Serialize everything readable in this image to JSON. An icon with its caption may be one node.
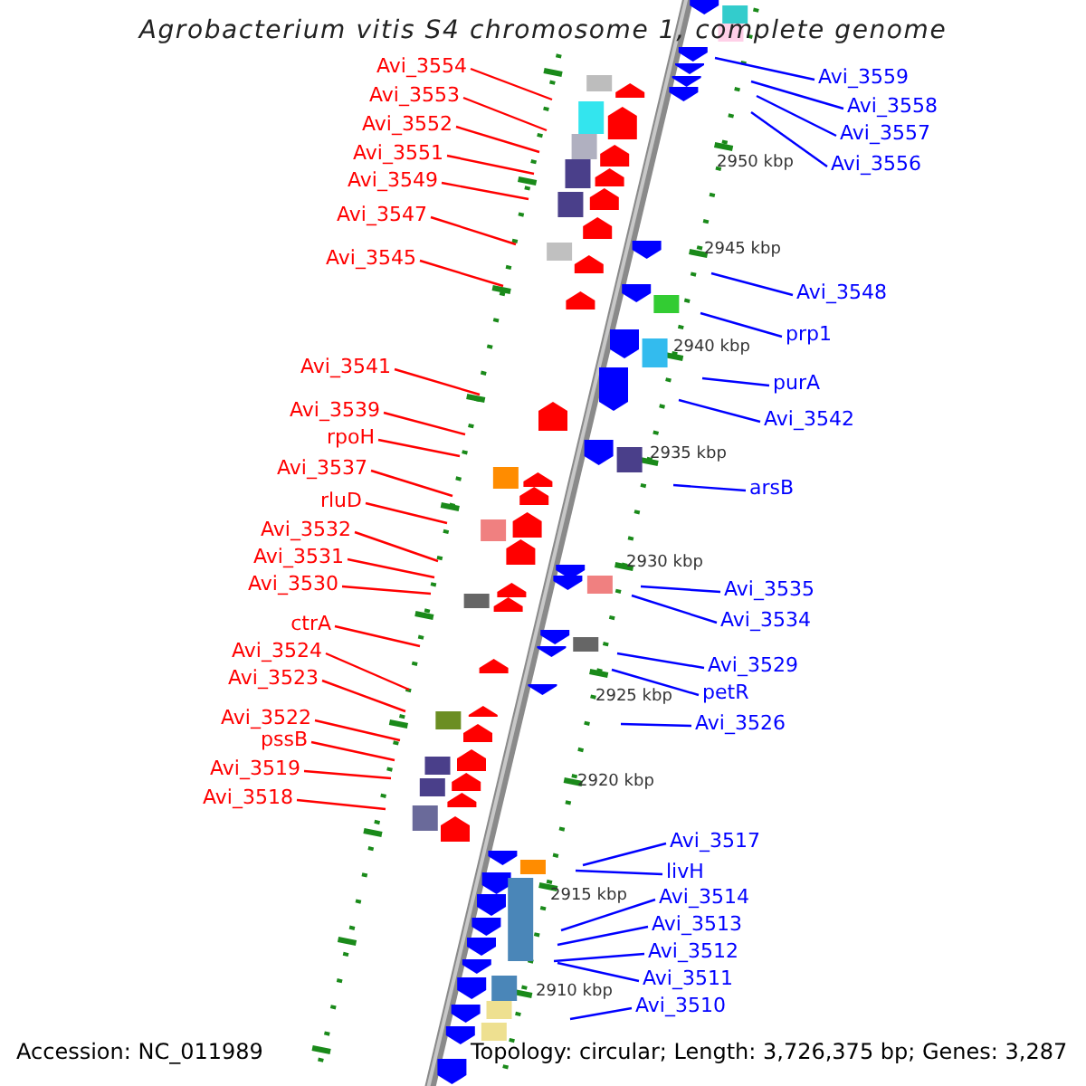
{
  "diagram": {
    "title": "Agrobacterium vitis S4 chromosome 1, complete genome",
    "nodes": [
      {
        "text": [
          "Avi_3554"
        ]
      },
      {
        "text": [
          "Avi_3553"
        ]
      },
      {
        "text": [
          "Avi_3552"
        ]
      },
      {
        "text": [
          "Avi_3551"
        ]
      },
      {
        "text": [
          "Avi_3549"
        ]
      },
      {
        "text": [
          "Avi_3547"
        ]
      },
      {
        "text": [
          "Avi_3545"
        ]
      },
      {
        "text": [
          "Avi_3541"
        ]
      },
      {
        "text": [
          "Avi_3539"
        ]
      },
      {
        "text": [
          "rpoH"
        ]
      },
      {
        "text": [
          "Avi_3537"
        ]
      },
      {
        "text": [
          "rluD"
        ]
      },
      {
        "text": [
          "Avi_3532"
        ]
      },
      {
        "text": [
          "Avi_3531"
        ]
      },
      {
        "text": [
          "Avi_3530"
        ]
      },
      {
        "text": [
          "ctrA"
        ]
      },
      {
        "text": [
          "Avi_3524"
        ]
      },
      {
        "text": [
          "Avi_3523"
        ]
      },
      {
        "text": [
          "Avi_3522"
        ]
      },
      {
        "text": [
          "pssB"
        ]
      },
      {
        "text": [
          "Avi_3519"
        ]
      },
      {
        "text": [
          "Avi_3518"
        ]
      },
      {
        "text": [
          "Avi_3559"
        ]
      },
      {
        "text": [
          "Avi_3558"
        ]
      },
      {
        "text": [
          "Avi_3557"
        ]
      },
      {
        "text": [
          "Avi_3556"
        ]
      },
      {
        "text": [
          "Avi_3548"
        ]
      },
      {
        "text": [
          "prp1"
        ]
      },
      {
        "text": [
          "purA"
        ]
      },
      {
        "text": [
          "Avi_3542"
        ]
      },
      {
        "text": [
          "arsB"
        ]
      },
      {
        "text": [
          "Avi_3535"
        ]
      },
      {
        "text": [
          "Avi_3534"
        ]
      },
      {
        "text": [
          "Avi_3529"
        ]
      },
      {
        "text": [
          "petR"
        ]
      },
      {
        "text": [
          "Avi_3526"
        ]
      },
      {
        "text": [
          "Avi_3517"
        ]
      },
      {
        "text": [
          "livH"
        ]
      },
      {
        "text": [
          "Avi_3514"
        ]
      },
      {
        "text": [
          "Avi_3513"
        ]
      },
      {
        "text": [
          "Avi_3512"
        ]
      },
      {
        "text": [
          "Avi_3511"
        ]
      },
      {
        "text": [
          "Avi_3510"
        ]
      }
    ],
    "edges": [
      {
        "from": 0,
        "to": null,
        "arrow": "none"
      },
      {
        "from": 1,
        "to": null,
        "arrow": "none"
      },
      {
        "from": 2,
        "to": null,
        "arrow": "none"
      },
      {
        "from": 3,
        "to": null,
        "arrow": "none"
      },
      {
        "from": 4,
        "to": null,
        "arrow": "none"
      },
      {
        "from": 5,
        "to": null,
        "arrow": "none"
      },
      {
        "from": 6,
        "to": null,
        "arrow": "none"
      },
      {
        "from": 7,
        "to": null,
        "arrow": "none"
      },
      {
        "from": 8,
        "to": null,
        "arrow": "none"
      },
      {
        "from": 9,
        "to": null,
        "arrow": "none"
      },
      {
        "from": 10,
        "to": null,
        "arrow": "none"
      },
      {
        "from": 11,
        "to": null,
        "arrow": "none"
      },
      {
        "from": 12,
        "to": null,
        "arrow": "none"
      },
      {
        "from": 13,
        "to": null,
        "arrow": "none"
      },
      {
        "from": 14,
        "to": null,
        "arrow": "none"
      },
      {
        "from": 15,
        "to": null,
        "arrow": "none"
      },
      {
        "from": 16,
        "to": null,
        "arrow": "none"
      },
      {
        "from": 17,
        "to": null,
        "arrow": "none"
      },
      {
        "from": 18,
        "to": null,
        "arrow": "none"
      },
      {
        "from": 19,
        "to": null,
        "arrow": "none"
      },
      {
        "from": 20,
        "to": null,
        "arrow": "none"
      },
      {
        "from": 21,
        "to": null,
        "arrow": "none"
      },
      {
        "from": 22,
        "to": null,
        "arrow": "none",
        "color": "#0000ff"
      },
      {
        "from": 23,
        "to": null,
        "arrow": "none",
        "color": "#0000ff"
      },
      {
        "from": 24,
        "to": null,
        "arrow": "none",
        "color": "#0000ff"
      },
      {
        "from": 25,
        "to": null,
        "arrow": "none",
        "color": "#0000ff"
      },
      {
        "from": 26,
        "to": null,
        "arrow": "none",
        "color": "#0000ff"
      },
      {
        "from": 27,
        "to": null,
        "arrow": "none",
        "color": "#0000ff"
      },
      {
        "from": 28,
        "to": null,
        "arrow": "none",
        "color": "#0000ff"
      },
      {
        "from": 29,
        "to": null,
        "arrow": "none",
        "color": "#0000ff"
      },
      {
        "from": 30,
        "to": null,
        "arrow": "none",
        "color": "#0000ff"
      },
      {
        "from": 31,
        "to": null,
        "arrow": "none",
        "color": "#0000ff"
      },
      {
        "from": 32,
        "to": null,
        "arrow": "none",
        "color": "#0000ff"
      },
      {
        "from": 33,
        "to": null,
        "arrow": "none",
        "color": "#0000ff"
      },
      {
        "from": 34,
        "to": null,
        "arrow": "none",
        "color": "#0000ff"
      },
      {
        "from": 35,
        "to": null,
        "arrow": "none",
        "color": "#0000ff"
      },
      {
        "from": 36,
        "to": null,
        "arrow": "none",
        "color": "#0000ff"
      },
      {
        "from": 37,
        "to": null,
        "arrow": "none",
        "color": "#0000ff"
      },
      {
        "from": 38,
        "to": null,
        "arrow": "none",
        "color": "#0000ff"
      },
      {
        "from": 39,
        "to": null,
        "arrow": "none",
        "color": "#0000ff"
      },
      {
        "from": 40,
        "to": null,
        "arrow": "none",
        "color": "#0000ff"
      },
      {
        "from": 41,
        "to": null,
        "arrow": "none",
        "color": "#0000ff"
      },
      {
        "from": 42,
        "to": null,
        "arrow": "none",
        "color": "#0000ff"
      }
    ],
    "labels": [
      "2950 kbp",
      "2945 kbp",
      "2940 kbp",
      "2935 kbp",
      "2930 kbp",
      "2925 kbp",
      "2920 kbp",
      "2915 kbp",
      "2910 kbp",
      "Accession: NC_011989",
      "Topology: circular; Length: 3,726,375 bp; Genes: 3,287"
    ]
  }
}
